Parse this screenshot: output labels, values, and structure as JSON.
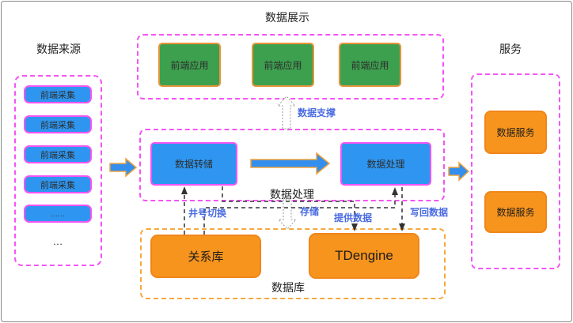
{
  "diagram_title": "数据展示",
  "source": {
    "title": "数据来源",
    "items": [
      {
        "label": "前端采集"
      },
      {
        "label": "前端采集"
      },
      {
        "label": "前端采集"
      },
      {
        "label": "前端采集"
      },
      {
        "label": "……"
      }
    ],
    "more": "…"
  },
  "display": {
    "apps": [
      {
        "label": "前端应用"
      },
      {
        "label": "前端应用"
      },
      {
        "label": "前端应用"
      }
    ]
  },
  "processing": {
    "band_label": "数据处理",
    "dump_node": "数据转储",
    "process_node": "数据处理"
  },
  "database": {
    "band_label": "数据库",
    "relational_node": "关系库",
    "tdengine_node": "TDengine"
  },
  "service": {
    "title": "服务",
    "items": [
      {
        "label": "数据服务"
      },
      {
        "label": "数据服务"
      }
    ]
  },
  "flows": {
    "support": "数据支撑",
    "well_switch": "井号切换",
    "store": "存储",
    "provide": "提供数据",
    "write_back": "写回数据"
  },
  "colors": {
    "node_blue": "#2e96f0",
    "node_green": "#3da04f",
    "node_orange": "#f7941d",
    "dash_magenta": "#f454f4",
    "dash_orange": "#f5a93e",
    "flow_label_blue": "#4a6be0",
    "big_arrow_fill": "#338fee",
    "big_arrow_border": "#f0a23c",
    "connector_black": "#333333"
  }
}
